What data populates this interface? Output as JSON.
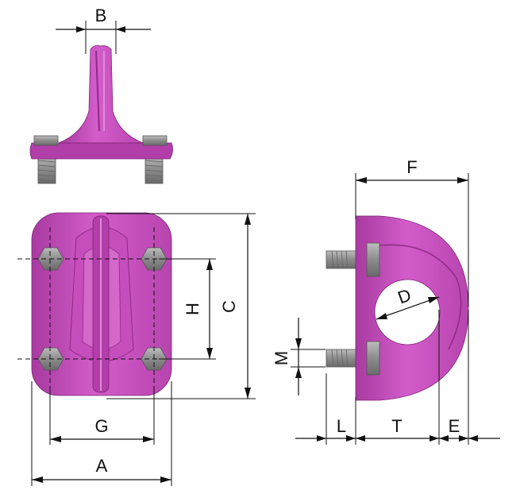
{
  "colors": {
    "body": "#c94fbf",
    "body_dark": "#8e2b86",
    "body_light": "#e08ad8",
    "steel": "#9a9a9a",
    "steel_dark": "#5e5e5e",
    "line": "#111111"
  },
  "labels": {
    "A": "A",
    "B": "B",
    "C": "C",
    "D": "D",
    "E": "E",
    "F": "F",
    "G": "G",
    "H": "H",
    "L": "L",
    "M": "M",
    "T": "T"
  }
}
